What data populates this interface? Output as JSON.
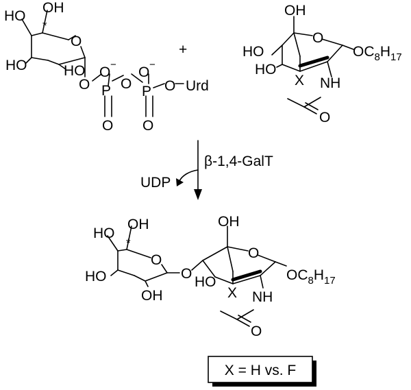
{
  "reactants": {
    "sugar_donor": {
      "labels": {
        "ho_c6": "HO",
        "oh_c6": "OH",
        "ring_o": "O",
        "ho_c3": "HO",
        "ho_c2": "HO",
        "o_link": "O",
        "p1": "P",
        "p2": "P",
        "o_bridge": "O",
        "o_minus_1": "O",
        "o_minus_2": "O",
        "o_double_1": "O",
        "o_double_2": "O",
        "o_urd": "O",
        "urd": "Urd",
        "charge": "−",
        "asterisk": "*"
      }
    },
    "plus": "+",
    "acceptor": {
      "labels": {
        "oh_top": "OH",
        "ho_left": "HO",
        "ho_low": "HO",
        "ring_o": "O",
        "oc": "OC",
        "c_sub": "8",
        "h": "H",
        "h_sub": "17",
        "x": "X",
        "nh": "NH",
        "carbonyl_o": "O"
      }
    }
  },
  "arrow": {
    "enzyme_prefix": "β",
    "enzyme_suffix": "-1,4-GalT",
    "byproduct": "UDP"
  },
  "product": {
    "labels": {
      "ho_top": "HO",
      "oh_top": "OH",
      "asterisk": "*",
      "ring_o_gal": "O",
      "link_o": "O",
      "oh_glc_top": "OH",
      "ho_left": "HO",
      "oh_bottom": "OH",
      "ho_glc": "HO",
      "ring_o_glc": "O",
      "oc": "OC",
      "c_sub": "8",
      "h": "H",
      "h_sub": "17",
      "x": "X",
      "nh": "NH",
      "carbonyl_o": "O"
    }
  },
  "legend": {
    "text": "X = H vs. F"
  }
}
